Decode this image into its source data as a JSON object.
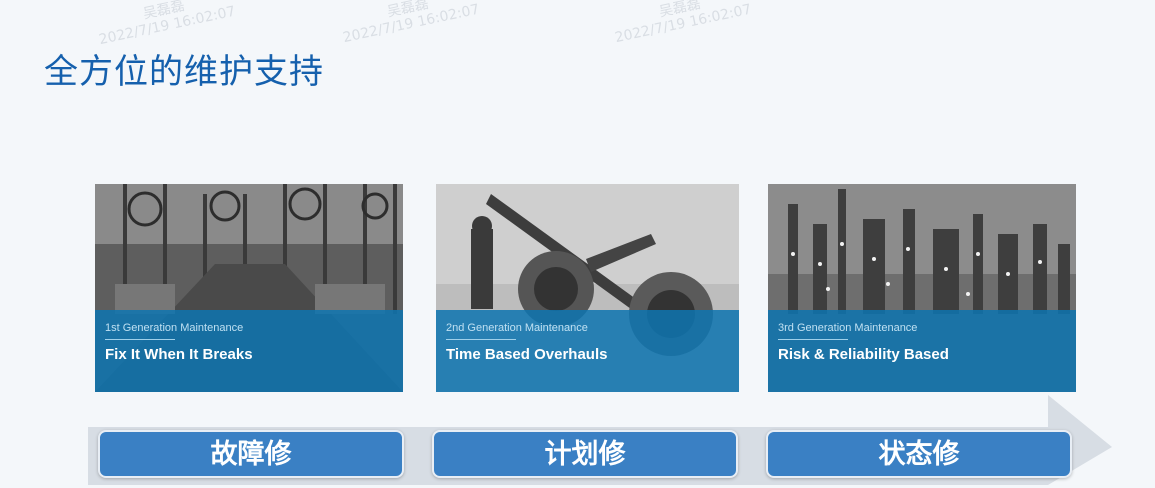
{
  "title": "全方位的维护支持",
  "watermarks": [
    {
      "name": "吴磊磊",
      "time": "2022/7/19 16:02:07"
    },
    {
      "name": "吴磊磊",
      "time": "2022/7/19 16:02:07"
    },
    {
      "name": "吴磊磊",
      "time": "2022/7/19 16:02:07"
    }
  ],
  "panels": [
    {
      "generation": "1st Generation Maintenance",
      "subtitle": "Fix It When It Breaks",
      "label": "故障修"
    },
    {
      "generation": "2nd Generation Maintenance",
      "subtitle": "Time Based Overhauls",
      "label": "计划修"
    },
    {
      "generation": "3rd Generation Maintenance",
      "subtitle": "Risk & Reliability Based",
      "label": "状态修"
    }
  ],
  "colors": {
    "title": "#1560ad",
    "caption_band": "#0e74b0",
    "label_button": "#3a80c4",
    "arrow": "#d7dde4"
  }
}
